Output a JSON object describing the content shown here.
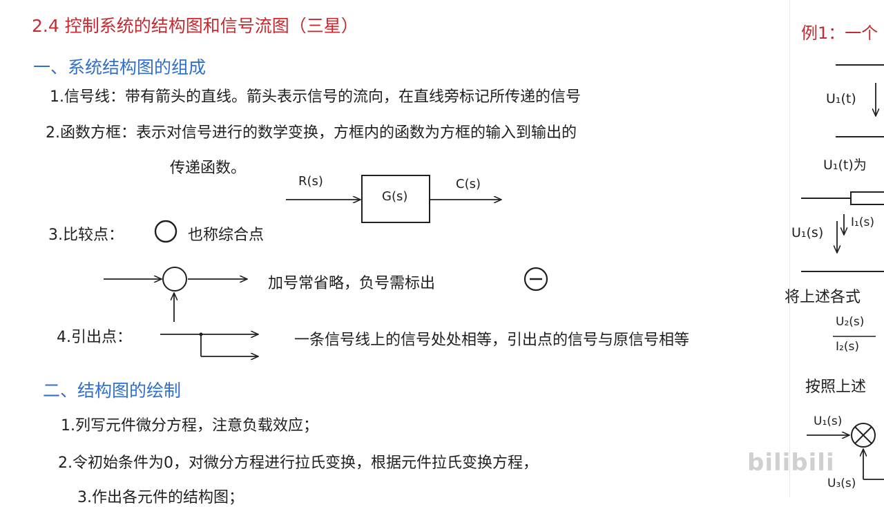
{
  "heading": "2.4 控制系统的结构图和信号流图（三星）",
  "section1": {
    "title": "一、系统结构图的组成",
    "item1": "1.信号线：带有箭头的直线。箭头表示信号的流向，在直线旁标记所传递的信号",
    "item2_line1": "2.函数方框：表示对信号进行的数学变换，方框内的函数为方框的输入到输出的",
    "item2_line2": "传递函数。",
    "block_input": "R(s)",
    "block_label": "G(s)",
    "block_output": "C(s)",
    "item3": "3.比较点：",
    "item3_note": "也称综合点",
    "compare_note": "加号常省略，负号需标出",
    "item4": "4.引出点：",
    "item4_note": "一条信号线上的信号处处相等，引出点的信号与原信号相等"
  },
  "section2": {
    "title": "二、结构图的绘制",
    "item1": "1.列写元件微分方程，注意负载效应；",
    "item2": "2.令初始条件为0，对微分方程进行拉氏变换，根据元件拉氏变换方程，",
    "item3": "3.作出各元件的结构图；"
  },
  "right_panel": {
    "example": "例1：一个",
    "u1t": "U₁(t)",
    "u1t_text": "U₁(t)为",
    "i1s": "I₁(s)",
    "u1s": "U₁(s)",
    "above": "将上述各式",
    "frac_num": "U₂(s)",
    "frac_den": "I₂(s)",
    "according": "按照上述",
    "u1s_2": "U₁(s)",
    "u3s": "U₃(s)"
  },
  "watermark": "bilibili",
  "colors": {
    "heading": "#c8282e",
    "section": "#2f6fd0",
    "ink": "#1f1f1f"
  }
}
